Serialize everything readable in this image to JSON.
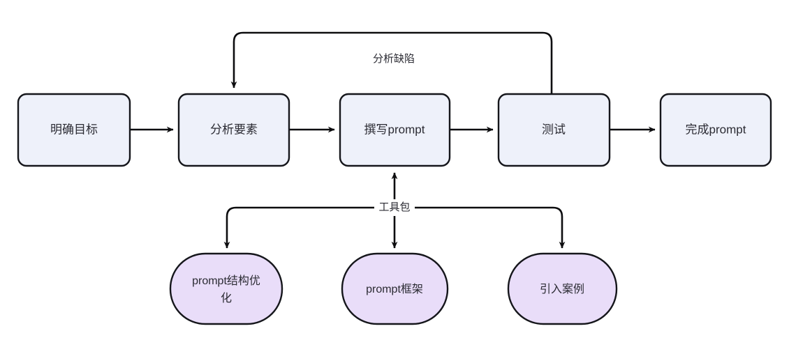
{
  "diagram": {
    "type": "flowchart",
    "title": "",
    "orientation": "left-to-right",
    "background_color": "#ffffff",
    "process_node_fill": "#eef1fa",
    "tool_node_fill": "#e9ddf9",
    "node_stroke": "#15161b",
    "edge_color": "#0d0d0f",
    "text_color": "#2b2b33",
    "process_nodes": [
      {
        "id": "goal",
        "label": "明确目标"
      },
      {
        "id": "analyze",
        "label": "分析要素"
      },
      {
        "id": "write",
        "label": "撰写prompt"
      },
      {
        "id": "test",
        "label": "测试"
      },
      {
        "id": "done",
        "label": "完成prompt"
      }
    ],
    "tool_nodes": [
      {
        "id": "structure",
        "label_line1": "prompt结构优",
        "label_line2": "化",
        "label": "prompt结构优化"
      },
      {
        "id": "framework",
        "label": "prompt框架"
      },
      {
        "id": "examples",
        "label": "引入案例"
      }
    ],
    "edge_labels": {
      "feedback": "分析缺陷",
      "toolkit": "工具包"
    },
    "edges": [
      {
        "from": "goal",
        "to": "analyze",
        "label": ""
      },
      {
        "from": "analyze",
        "to": "write",
        "label": ""
      },
      {
        "from": "write",
        "to": "test",
        "label": ""
      },
      {
        "from": "test",
        "to": "done",
        "label": ""
      },
      {
        "from": "test",
        "to": "analyze",
        "label": "分析缺陷"
      },
      {
        "from": "toolkit",
        "to": "write",
        "label": "工具包"
      },
      {
        "from": "toolkit",
        "to": "structure",
        "label": ""
      },
      {
        "from": "toolkit",
        "to": "framework",
        "label": ""
      },
      {
        "from": "toolkit",
        "to": "examples",
        "label": ""
      }
    ]
  }
}
